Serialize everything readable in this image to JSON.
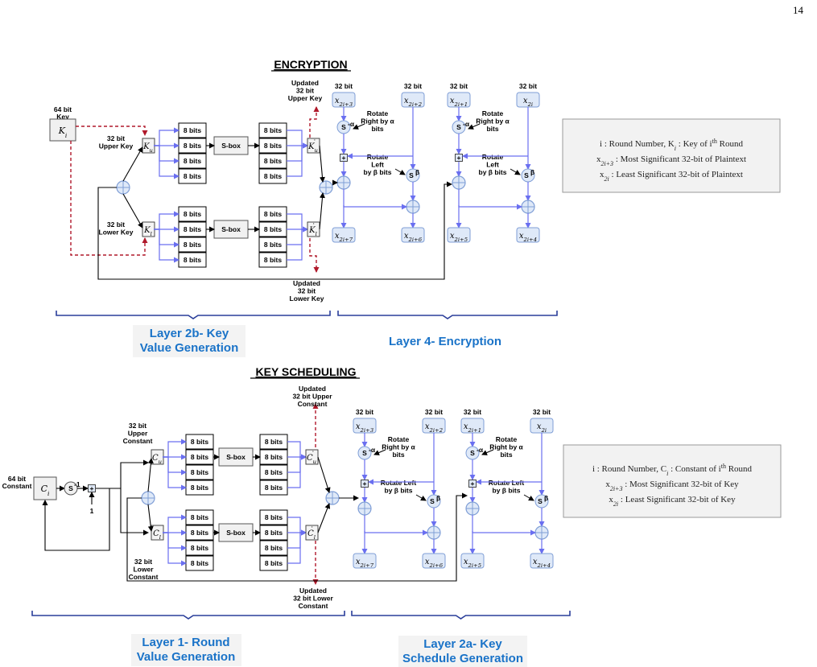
{
  "page_number": "14",
  "encryption": {
    "heading": "ENCRYPTION",
    "key_64": [
      "64 bit",
      "Key"
    ],
    "upper_key": [
      "32 bit",
      "Upper Key"
    ],
    "lower_key": [
      "32 bit",
      "Lower Key"
    ],
    "updated_upper": [
      "Updated",
      "32 bit",
      "Upper Key"
    ],
    "updated_lower": [
      "Updated",
      "32 bit",
      "Lower Key"
    ],
    "sbox": "S-box",
    "eight_bits": "8 bits",
    "bit32": "32 bit",
    "rot_right": [
      "Rotate",
      "Right by α",
      "bits"
    ],
    "rot_left": [
      "Rotate",
      "Left",
      "by β bits"
    ],
    "legend": [
      "i : Round Number, K_i : Key of i^th Round",
      "x_{2i+3} : Most Significant 32-bit of Plaintext",
      "x_{2i} : Least Significant 32-bit of Plaintext"
    ],
    "layer_left": [
      "Layer 2b- Key",
      "Value Generation"
    ],
    "layer_right": "Layer 4- Encryption"
  },
  "key_scheduling": {
    "heading": "KEY SCHEDULING",
    "const_64": [
      "64 bit",
      "Constant"
    ],
    "upper_const": [
      "32 bit",
      "Upper",
      "Constant"
    ],
    "lower_const": [
      "32 bit",
      "Lower",
      "Constant"
    ],
    "updated_upper": [
      "Updated",
      "32 bit Upper",
      "Constant"
    ],
    "updated_lower": [
      "Updated",
      "32 bit Lower",
      "Constant"
    ],
    "one": "1",
    "sbox": "S-box",
    "eight_bits": "8 bits",
    "bit32": "32 bit",
    "rot_right": [
      "Rotate",
      "Right by α",
      "bits"
    ],
    "rot_left": [
      "Rotate Left",
      "by β bits"
    ],
    "legend": [
      "i : Round Number, C_i : Constant of i^th Round",
      "x_{2i+3} : Most Significant 32-bit of Key",
      "x_{2i} : Least Significant 32-bit of Key"
    ],
    "layer_left": [
      "Layer 1- Round",
      "Value Generation"
    ],
    "layer_right": [
      "Layer 2a- Key",
      "Schedule Generation"
    ]
  },
  "colors": {
    "blue_line": "#6a6ff0",
    "blue_box_fill": "#dfe9f8",
    "blue_box_stroke": "#7f9ed6",
    "red_dash": "#b0182a",
    "layer_text": "#1a73c8",
    "brace": "#2a3e9a",
    "legend_fill": "#f2f2f2",
    "legend_stroke": "#999999"
  }
}
